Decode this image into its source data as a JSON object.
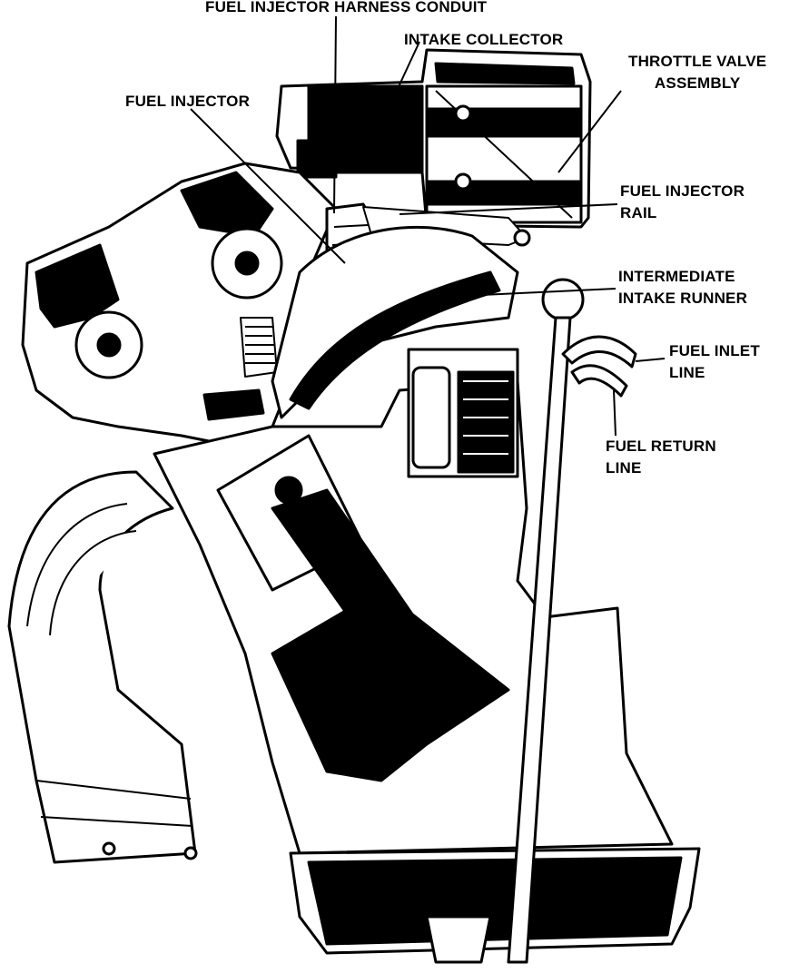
{
  "diagram": {
    "labels": {
      "fuel_injector_harness_conduit": "FUEL INJECTOR HARNESS CONDUIT",
      "intake_collector": "INTAKE COLLECTOR",
      "throttle_valve_assembly": [
        "THROTTLE VALVE",
        "ASSEMBLY"
      ],
      "fuel_injector": "FUEL INJECTOR",
      "fuel_injector_rail": [
        "FUEL INJECTOR",
        "RAIL"
      ],
      "intermediate_intake_runner": [
        "INTERMEDIATE",
        "INTAKE RUNNER"
      ],
      "fuel_inlet_line": [
        "FUEL INLET",
        "LINE"
      ],
      "fuel_return_line": [
        "FUEL RETURN",
        "LINE"
      ]
    }
  }
}
